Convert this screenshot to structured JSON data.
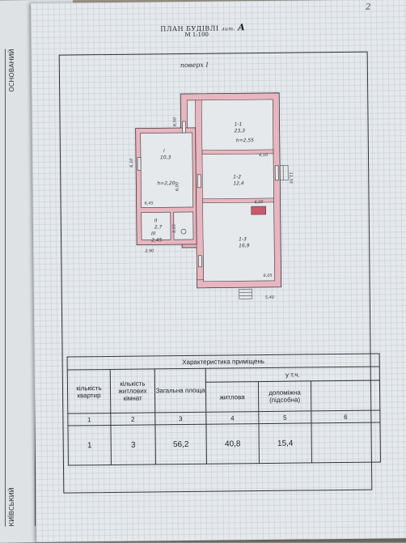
{
  "page_number": "2",
  "plan_title": "ПЛАН БУДІВЛІ",
  "plan_title_lit_label": "лит.",
  "plan_title_lit_value": "А",
  "scale": "М 1:100",
  "floor_label": "поверх І",
  "under_page_text": [
    "КИЇВСЬКИЙ",
    "ОСНОВАНИЙ"
  ],
  "plan": {
    "rooms": [
      {
        "number": "1-1",
        "area": "23,3",
        "extra": "h=2,55"
      },
      {
        "number": "1-2",
        "area": "12,4"
      },
      {
        "number": "1-3",
        "area": "16,9"
      },
      {
        "number": "I",
        "area": "10,3",
        "extra": "h=2,20"
      },
      {
        "number": "II",
        "area": "2,7"
      },
      {
        "number": "III",
        "area": "2,45"
      }
    ],
    "dimensions": [
      "6,50",
      "4,10",
      "6,05",
      "11,55",
      "6,10",
      "6,05",
      "5,40",
      "6,00",
      "3,15",
      "2,90",
      "6,45"
    ]
  },
  "table": {
    "caption": "Характеристика приміщень",
    "headers": {
      "flats": "кількість квартир",
      "rooms": "кількість житлових кімнат",
      "total": "Загальна площа",
      "incl": "у т.ч.",
      "living": "житлова",
      "aux": "допоміжна (підсобна)"
    },
    "col_numbers": [
      "1",
      "2",
      "3",
      "4",
      "5",
      "6"
    ],
    "values": [
      "1",
      "3",
      "56,2",
      "40,8",
      "15,4",
      ""
    ]
  }
}
